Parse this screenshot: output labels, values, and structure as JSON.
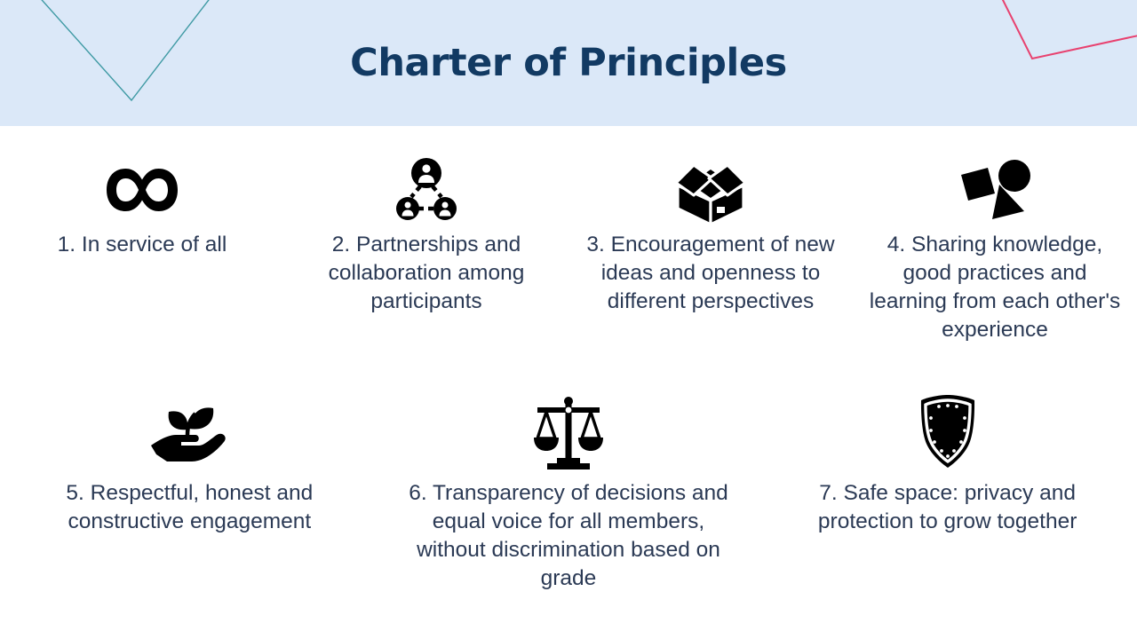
{
  "header": {
    "title": "Charter of Principles",
    "background_color": "#dbe8f8",
    "title_color": "#123a63",
    "decorations": [
      {
        "name": "teal-chevron",
        "color": "#3f9aa4"
      },
      {
        "name": "pink-angle-line",
        "color": "#e8416f"
      }
    ]
  },
  "body": {
    "background_color": "#ffffff",
    "text_color": "#2b3a55",
    "icon_color": "#000000"
  },
  "principles": [
    {
      "number": "1",
      "icon": "infinity-icon",
      "text": "1. In service of all"
    },
    {
      "number": "2",
      "icon": "people-network-icon",
      "text": "2. Partnerships and collaboration among participants"
    },
    {
      "number": "3",
      "icon": "open-box-icon",
      "text": "3. Encouragement of new ideas and openness to different perspectives"
    },
    {
      "number": "4",
      "icon": "shapes-icon",
      "text": "4. Sharing knowledge, good practices and learning from each other's experience"
    },
    {
      "number": "5",
      "icon": "hand-plant-icon",
      "text": "5. Respectful, honest and constructive engagement"
    },
    {
      "number": "6",
      "icon": "balance-scale-icon",
      "text": "6. Transparency of decisions and equal voice for all members, without discrimination based on grade"
    },
    {
      "number": "7",
      "icon": "shield-icon",
      "text": "7. Safe space: privacy and protection to grow together"
    }
  ]
}
